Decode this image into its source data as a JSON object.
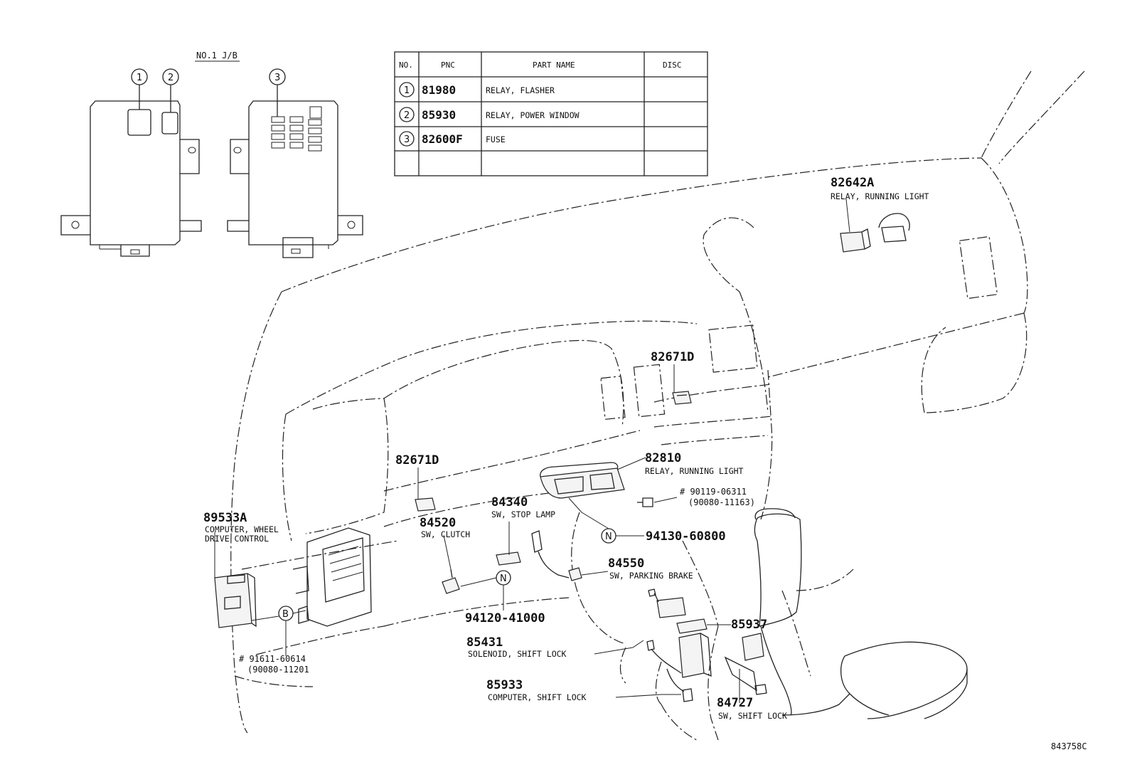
{
  "header": {
    "jb_label": "NO.1 J/B"
  },
  "markers": {
    "m1": "1",
    "m2": "2",
    "m3": "3",
    "n": "N",
    "b": "B"
  },
  "table": {
    "headers": {
      "no": "NO.",
      "pnc": "PNC",
      "part_name": "PART NAME",
      "disc": "DISC"
    },
    "rows": [
      {
        "no": "1",
        "pnc": "81980",
        "name": "RELAY, FLASHER",
        "disc": ""
      },
      {
        "no": "2",
        "pnc": "85930",
        "name": "RELAY, POWER WINDOW",
        "disc": ""
      },
      {
        "no": "3",
        "pnc": "82600F",
        "name": "FUSE",
        "disc": ""
      }
    ]
  },
  "callouts": {
    "p82642a": {
      "pnc": "82642A",
      "name": "RELAY, RUNNING LIGHT"
    },
    "p82671d_right": {
      "pnc": "82671D"
    },
    "p82671d_left": {
      "pnc": "82671D"
    },
    "p82810": {
      "pnc": "82810",
      "name": "RELAY, RUNNING LIGHT"
    },
    "bolt_90119": {
      "line1": "# 90119-06311",
      "line2": "(90080-11163)"
    },
    "p84340": {
      "pnc": "84340",
      "name": "SW, STOP LAMP"
    },
    "p84520": {
      "pnc": "84520",
      "name": "SW, CLUTCH"
    },
    "p89533a": {
      "pnc": "89533A",
      "name1": "COMPUTER, WHEEL",
      "name2": "DRIVE CONTROL"
    },
    "p94130": {
      "pnc": "94130-60800"
    },
    "p84550": {
      "pnc": "84550",
      "name": "SW, PARKING BRAKE"
    },
    "p94120": {
      "pnc": "94120-41000"
    },
    "p85937": {
      "pnc": "85937"
    },
    "p85431": {
      "pnc": "85431",
      "name": "SOLENOID, SHIFT LOCK"
    },
    "bolt_91611": {
      "line1": "# 91611-60614",
      "line2": "(90080-11201"
    },
    "p85933": {
      "pnc": "85933",
      "name": "COMPUTER, SHIFT LOCK"
    },
    "p84727": {
      "pnc": "84727",
      "name": "SW, SHIFT LOCK"
    }
  },
  "footer": {
    "drawing_id": "843758C"
  }
}
